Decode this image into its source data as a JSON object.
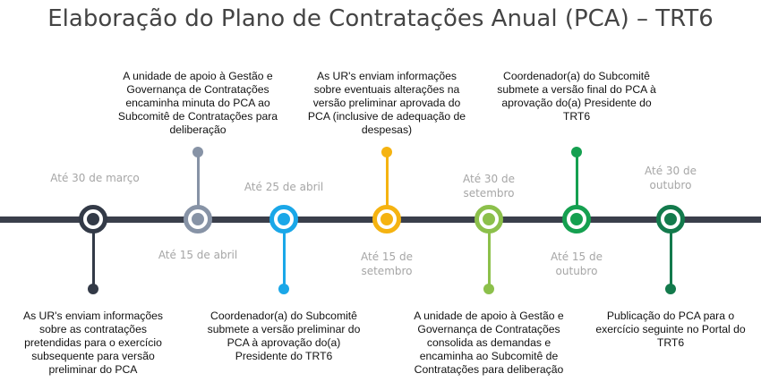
{
  "title": "Elaboração do Plano de Contratações Anual (PCA) – TRT6",
  "milestones": [
    {
      "date": "Até 30 de março",
      "text": "As UR's enviam informações sobre as contratações pretendidas para o exercício subsequente para versão preliminar do PCA",
      "color": "#333a47"
    },
    {
      "date": "Até 15 de abril",
      "text": "A unidade de apoio à Gestão e Governança de Contratações encaminha minuta do PCA ao Subcomitê de Contratações para deliberação",
      "color": "#8793a6"
    },
    {
      "date": "Até 25 de abril",
      "text": "Coordenador(a) do Subcomitê submete a versão preliminar do PCA à aprovação do(a) Presidente do TRT6",
      "color": "#1aa7e8"
    },
    {
      "date": "Até 15 de setembro",
      "text": "As UR's enviam informações sobre eventuais alterações na versão preliminar aprovada do PCA (inclusive de adequação de despesas)",
      "color": "#f5b311"
    },
    {
      "date": "Até 30 de setembro",
      "text": "A unidade de apoio à Gestão e Governança de Contratações consolida as demandas e encaminha ao Subcomitê de Contratações para deliberação",
      "color": "#8cc04b"
    },
    {
      "date": "Até 15 de outubro",
      "text": "Coordenador(a) do Subcomitê submete a versão final do PCA à aprovação do(a) Presidente do TRT6",
      "color": "#15a050"
    },
    {
      "date": "Até 30 de outubro",
      "text": "Publicação do PCA para o exercício seguinte no Portal do TRT6",
      "color": "#137a4c"
    }
  ]
}
